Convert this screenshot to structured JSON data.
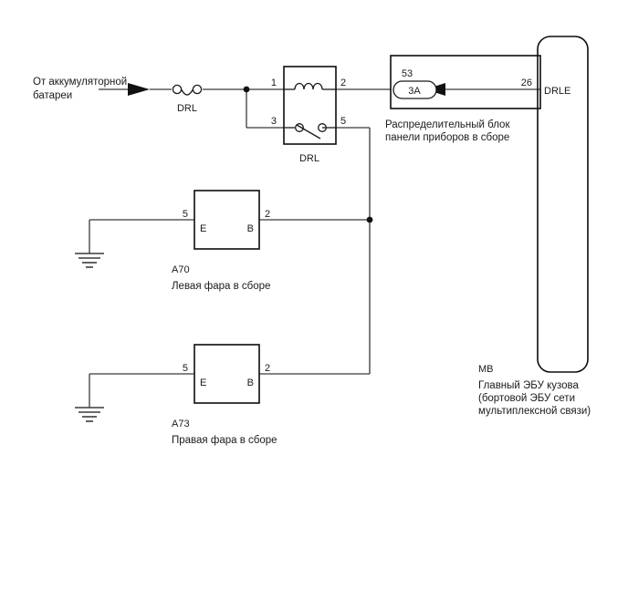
{
  "diagram": {
    "title": "DRL wiring diagram",
    "colors": {
      "wire": "#3a3a3a",
      "outline": "#0d0d0d",
      "text": "#1a1a1a",
      "background": "#ffffff"
    },
    "source": {
      "label_line1": "От аккумуляторной",
      "label_line2": "батареи"
    },
    "fuse_inline": {
      "label": "DRL"
    },
    "relay": {
      "label": "DRL",
      "pins": {
        "p1": "1",
        "p2": "2",
        "p3": "3",
        "p5": "5"
      }
    },
    "junction_block": {
      "fuse_number": "53",
      "fuse_rating": "3A",
      "caption_line1": "Распределительный блок",
      "caption_line2": "панели приборов в сборе"
    },
    "ecu": {
      "pin_number": "26",
      "pin_name": "DRLE",
      "code": "MB",
      "caption_line1": "Главный ЭБУ кузова",
      "caption_line2": "(бортовой ЭБУ сети",
      "caption_line3": "мультиплексной связи)"
    },
    "headlight_left": {
      "code": "A70",
      "caption": "Левая фара в сборе",
      "pin_e_number": "5",
      "pin_e_name": "E",
      "pin_b_number": "2",
      "pin_b_name": "B"
    },
    "headlight_right": {
      "code": "A73",
      "caption": "Правая фара в сборе",
      "pin_e_number": "5",
      "pin_e_name": "E",
      "pin_b_number": "2",
      "pin_b_name": "B"
    }
  }
}
